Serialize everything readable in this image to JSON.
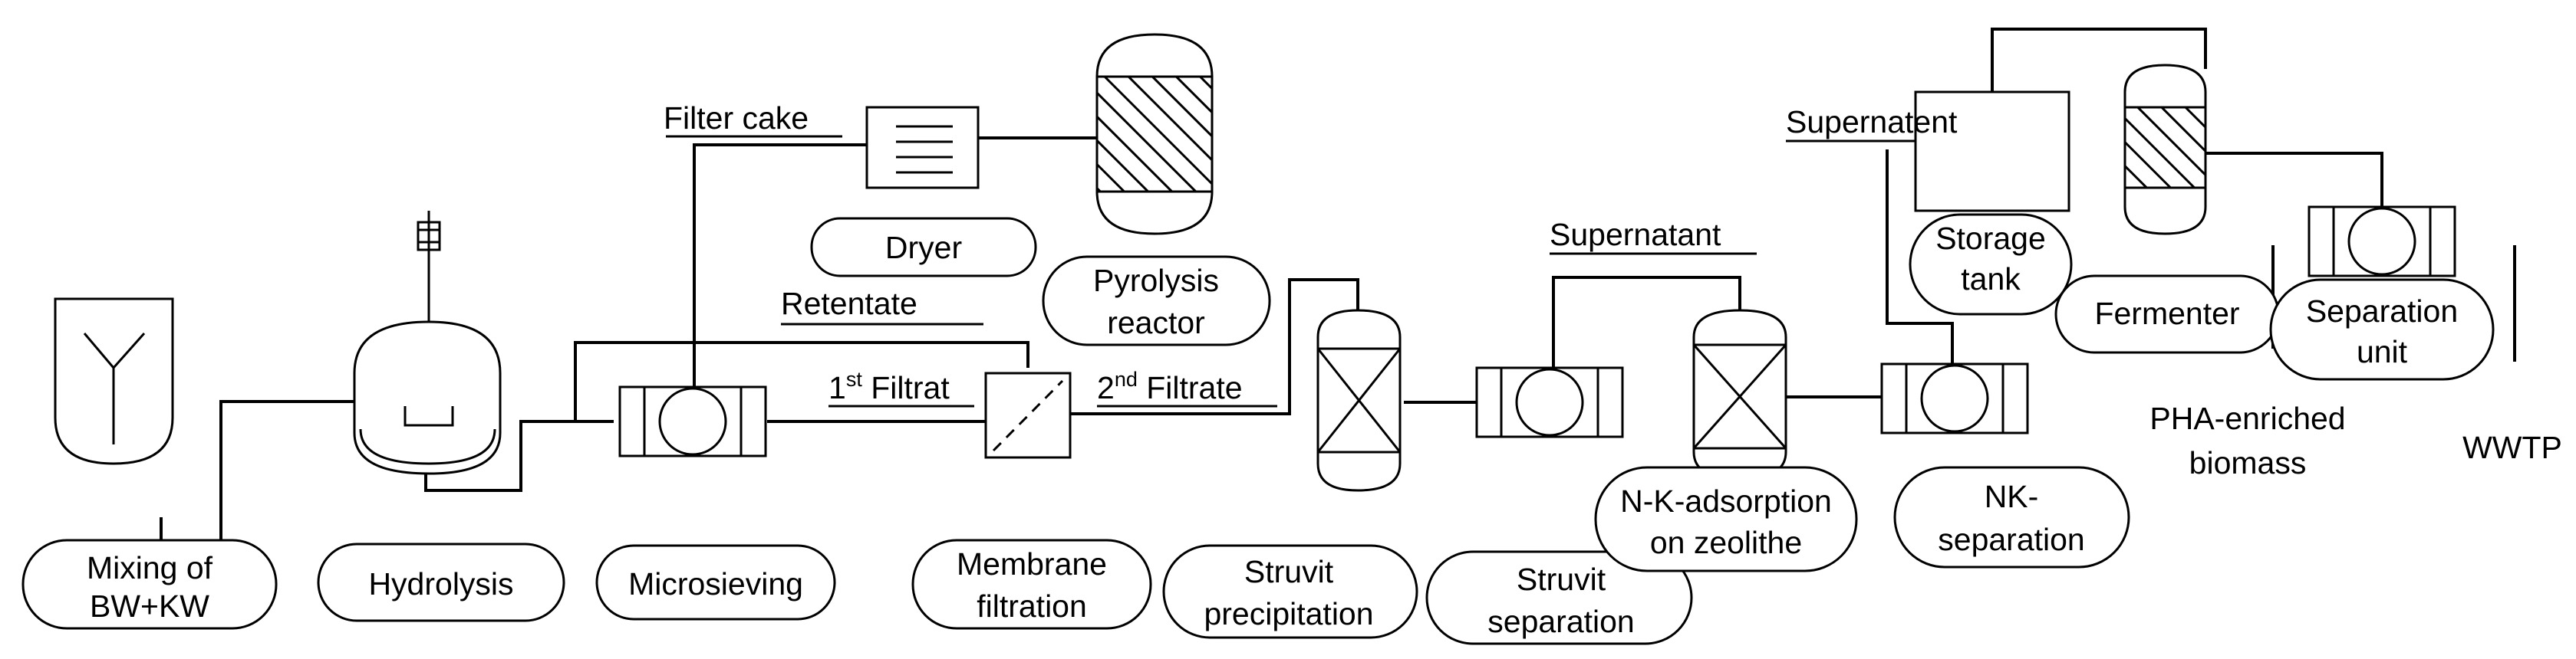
{
  "process_units": {
    "mixing": {
      "line1": "Mixing of",
      "line2": "BW+KW"
    },
    "hydrolysis": "Hydrolysis",
    "microsieving": "Microsieving",
    "membrane": {
      "line1": "Membrane",
      "line2": "filtration"
    },
    "struvit_precip": {
      "line1": "Struvit",
      "line2": "precipitation"
    },
    "struvit_sep": {
      "line1": "Struvit",
      "line2": "separation"
    },
    "nk_adsorption": {
      "line1": "N-K-adsorption",
      "line2": "on zeolithe"
    },
    "nk_separation": {
      "line1": "NK-",
      "line2": "separation"
    },
    "dryer": "Dryer",
    "pyrolysis": {
      "line1": "Pyrolysis",
      "line2": "reactor"
    },
    "storage": {
      "line1": "Storage",
      "line2": "tank"
    },
    "fermenter": "Fermenter",
    "separation_unit": {
      "line1": "Separation",
      "line2": "unit"
    }
  },
  "stream_labels": {
    "filter_cake": "Filter cake",
    "retentate": "Retentate",
    "filtrat1": {
      "num": "1",
      "sup": "st",
      "text": " Filtrat"
    },
    "filtrate2": {
      "num": "2",
      "sup": "nd",
      "text": " Filtrate"
    },
    "supernatant_mid": "Supernatant",
    "supernatant_top": "Supernatent"
  },
  "outputs": {
    "pha": {
      "line1": "PHA-enriched",
      "line2": "biomass"
    },
    "wwtp": "WWTP"
  }
}
